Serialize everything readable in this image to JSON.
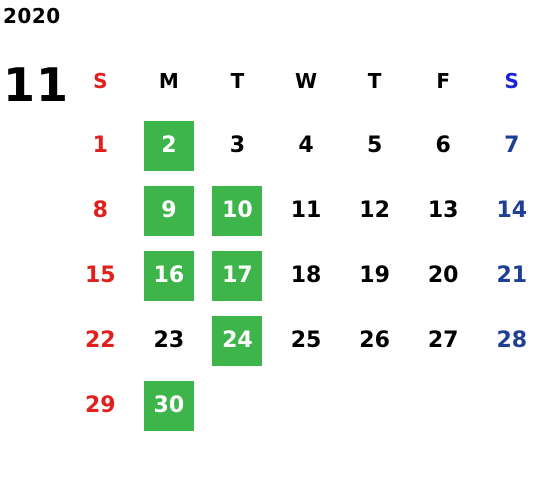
{
  "calendar": {
    "year": "2020",
    "month": "11",
    "weekdays": [
      "S",
      "M",
      "T",
      "W",
      "T",
      "F",
      "S"
    ],
    "weeks": [
      [
        "1",
        "2",
        "3",
        "4",
        "5",
        "6",
        "7"
      ],
      [
        "8",
        "9",
        "10",
        "11",
        "12",
        "13",
        "14"
      ],
      [
        "15",
        "16",
        "17",
        "18",
        "19",
        "20",
        "21"
      ],
      [
        "22",
        "23",
        "24",
        "25",
        "26",
        "27",
        "28"
      ],
      [
        "29",
        "30",
        "",
        "",
        "",
        "",
        ""
      ]
    ],
    "highlighted_days": [
      "2",
      "9",
      "10",
      "16",
      "17",
      "24",
      "30"
    ]
  },
  "colors": {
    "sunday": "#e0201c",
    "saturday_header": "#1a22d8",
    "saturday": "#1f3f94",
    "weekday": "#000000",
    "highlight_bg": "#3db54a",
    "highlight_text": "#ffffff"
  }
}
